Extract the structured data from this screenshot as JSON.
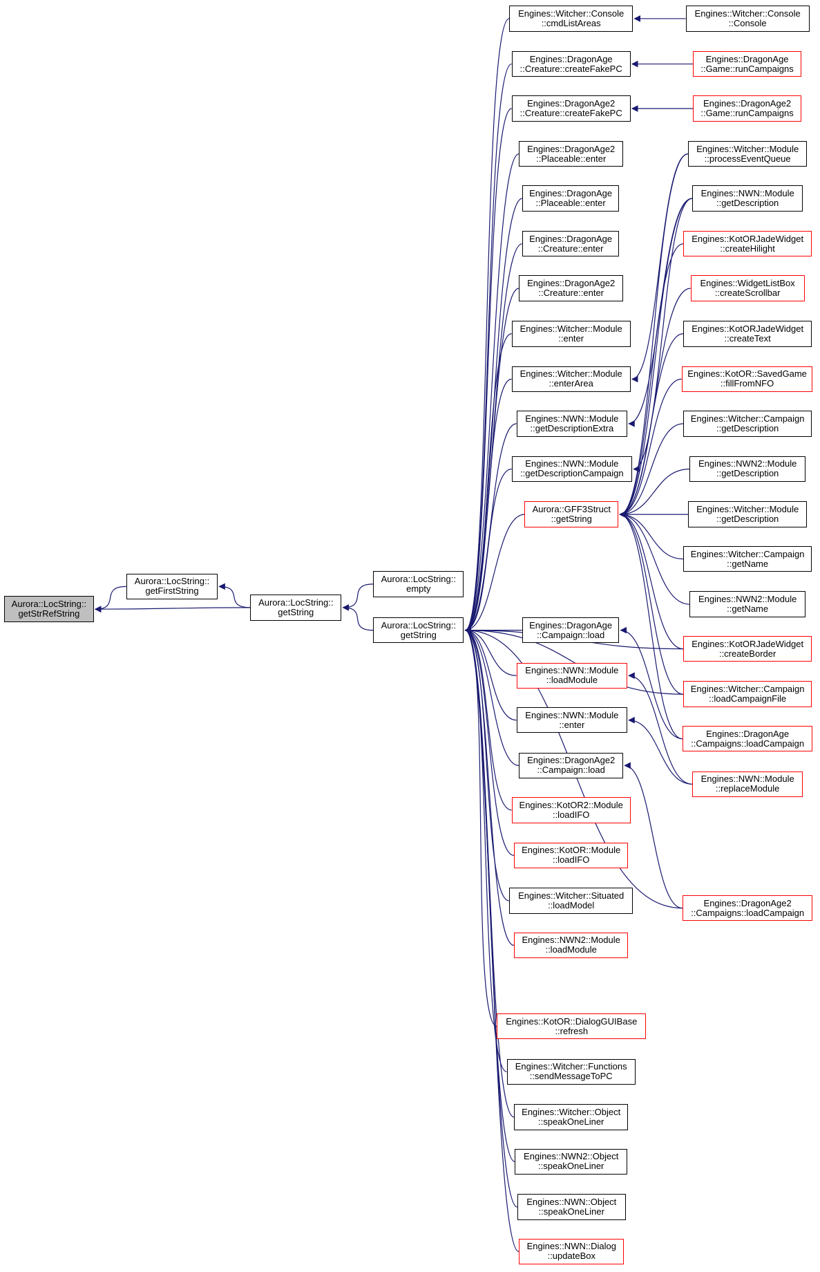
{
  "colors": {
    "edge": "#191970",
    "node_border": "#000000",
    "node_border_red": "#ff0000",
    "root_fill": "#bfbfbf"
  },
  "nodes": [
    {
      "id": "root",
      "l1": "Aurora::LocString::",
      "l2": "getStrRefString",
      "style": "root"
    },
    {
      "id": "gfs",
      "l1": "Aurora::LocString::",
      "l2": "getFirstString",
      "style": "black"
    },
    {
      "id": "gs1",
      "l1": "Aurora::LocString::",
      "l2": "getString",
      "style": "black"
    },
    {
      "id": "empty",
      "l1": "Aurora::LocString::",
      "l2": "empty",
      "style": "black"
    },
    {
      "id": "gs2",
      "l1": "Aurora::LocString::",
      "l2": "getString",
      "style": "black"
    },
    {
      "id": "m1",
      "l1": "Engines::Witcher::Console",
      "l2": "::cmdListAreas",
      "style": "black"
    },
    {
      "id": "m2",
      "l1": "Engines::DragonAge",
      "l2": "::Creature::createFakePC",
      "style": "black"
    },
    {
      "id": "m3",
      "l1": "Engines::DragonAge2",
      "l2": "::Creature::createFakePC",
      "style": "black"
    },
    {
      "id": "m4",
      "l1": "Engines::DragonAge2",
      "l2": "::Placeable::enter",
      "style": "black"
    },
    {
      "id": "m5",
      "l1": "Engines::DragonAge",
      "l2": "::Placeable::enter",
      "style": "black"
    },
    {
      "id": "m6",
      "l1": "Engines::DragonAge",
      "l2": "::Creature::enter",
      "style": "black"
    },
    {
      "id": "m7",
      "l1": "Engines::DragonAge2",
      "l2": "::Creature::enter",
      "style": "black"
    },
    {
      "id": "m8",
      "l1": "Engines::Witcher::Module",
      "l2": "::enter",
      "style": "black"
    },
    {
      "id": "m9",
      "l1": "Engines::Witcher::Module",
      "l2": "::enterArea",
      "style": "black"
    },
    {
      "id": "m10",
      "l1": "Engines::NWN::Module",
      "l2": "::getDescriptionExtra",
      "style": "black"
    },
    {
      "id": "m11",
      "l1": "Engines::NWN::Module",
      "l2": "::getDescriptionCampaign",
      "style": "black"
    },
    {
      "id": "m12",
      "l1": "Aurora::GFF3Struct",
      "l2": "::getString",
      "style": "red"
    },
    {
      "id": "m13",
      "l1": "Engines::DragonAge",
      "l2": "::Campaign::load",
      "style": "black"
    },
    {
      "id": "m14",
      "l1": "Engines::NWN::Module",
      "l2": "::loadModule",
      "style": "red"
    },
    {
      "id": "m15",
      "l1": "Engines::NWN::Module",
      "l2": "::enter",
      "style": "black"
    },
    {
      "id": "m16",
      "l1": "Engines::DragonAge2",
      "l2": "::Campaign::load",
      "style": "black"
    },
    {
      "id": "m17",
      "l1": "Engines::KotOR2::Module",
      "l2": "::loadIFO",
      "style": "red"
    },
    {
      "id": "m18",
      "l1": "Engines::KotOR::Module",
      "l2": "::loadIFO",
      "style": "red"
    },
    {
      "id": "m19",
      "l1": "Engines::Witcher::Situated",
      "l2": "::loadModel",
      "style": "black"
    },
    {
      "id": "m20",
      "l1": "Engines::NWN2::Module",
      "l2": "::loadModule",
      "style": "red"
    },
    {
      "id": "m21",
      "l1": "Engines::KotOR::DialogGUIBase",
      "l2": "::refresh",
      "style": "red"
    },
    {
      "id": "m22",
      "l1": "Engines::Witcher::Functions",
      "l2": "::sendMessageToPC",
      "style": "black"
    },
    {
      "id": "m23",
      "l1": "Engines::Witcher::Object",
      "l2": "::speakOneLiner",
      "style": "black"
    },
    {
      "id": "m24",
      "l1": "Engines::NWN2::Object",
      "l2": "::speakOneLiner",
      "style": "black"
    },
    {
      "id": "m25",
      "l1": "Engines::NWN::Object",
      "l2": "::speakOneLiner",
      "style": "black"
    },
    {
      "id": "m26",
      "l1": "Engines::NWN::Dialog",
      "l2": "::updateBox",
      "style": "red"
    },
    {
      "id": "r1",
      "l1": "Engines::Witcher::Console",
      "l2": "::Console",
      "style": "black"
    },
    {
      "id": "r2",
      "l1": "Engines::DragonAge",
      "l2": "::Game::runCampaigns",
      "style": "red"
    },
    {
      "id": "r3",
      "l1": "Engines::DragonAge2",
      "l2": "::Game::runCampaigns",
      "style": "red"
    },
    {
      "id": "r4",
      "l1": "Engines::Witcher::Module",
      "l2": "::processEventQueue",
      "style": "black"
    },
    {
      "id": "r5",
      "l1": "Engines::NWN::Module",
      "l2": "::getDescription",
      "style": "black"
    },
    {
      "id": "r6",
      "l1": "Engines::KotORJadeWidget",
      "l2": "::createHilight",
      "style": "red"
    },
    {
      "id": "r7",
      "l1": "Engines::WidgetListBox",
      "l2": "::createScrollbar",
      "style": "red"
    },
    {
      "id": "r8",
      "l1": "Engines::KotORJadeWidget",
      "l2": "::createText",
      "style": "black"
    },
    {
      "id": "r9",
      "l1": "Engines::KotOR::SavedGame",
      "l2": "::fillFromNFO",
      "style": "red"
    },
    {
      "id": "r10",
      "l1": "Engines::Witcher::Campaign",
      "l2": "::getDescription",
      "style": "black"
    },
    {
      "id": "r11",
      "l1": "Engines::NWN2::Module",
      "l2": "::getDescription",
      "style": "black"
    },
    {
      "id": "r12",
      "l1": "Engines::Witcher::Module",
      "l2": "::getDescription",
      "style": "black"
    },
    {
      "id": "r13",
      "l1": "Engines::Witcher::Campaign",
      "l2": "::getName",
      "style": "black"
    },
    {
      "id": "r14",
      "l1": "Engines::NWN2::Module",
      "l2": "::getName",
      "style": "black"
    },
    {
      "id": "r15",
      "l1": "Engines::KotORJadeWidget",
      "l2": "::createBorder",
      "style": "red"
    },
    {
      "id": "r16",
      "l1": "Engines::Witcher::Campaign",
      "l2": "::loadCampaignFile",
      "style": "red"
    },
    {
      "id": "r17",
      "l1": "Engines::DragonAge",
      "l2": "::Campaigns::loadCampaign",
      "style": "red"
    },
    {
      "id": "r18",
      "l1": "Engines::NWN::Module",
      "l2": "::replaceModule",
      "style": "red"
    },
    {
      "id": "r19",
      "l1": "Engines::DragonAge2",
      "l2": "::Campaigns::loadCampaign",
      "style": "red"
    }
  ],
  "edges": [
    [
      "root",
      "gfs"
    ],
    [
      "root",
      "gs1"
    ],
    [
      "gfs",
      "gs1"
    ],
    [
      "gs1",
      "empty"
    ],
    [
      "gs1",
      "gs2"
    ],
    [
      "gs2",
      "m1"
    ],
    [
      "gs2",
      "m2"
    ],
    [
      "gs2",
      "m3"
    ],
    [
      "gs2",
      "m4"
    ],
    [
      "gs2",
      "m5"
    ],
    [
      "gs2",
      "m6"
    ],
    [
      "gs2",
      "m7"
    ],
    [
      "gs2",
      "m8"
    ],
    [
      "gs2",
      "m9"
    ],
    [
      "gs2",
      "m10"
    ],
    [
      "gs2",
      "m11"
    ],
    [
      "gs2",
      "m12"
    ],
    [
      "gs2",
      "m13"
    ],
    [
      "gs2",
      "m14"
    ],
    [
      "gs2",
      "m15"
    ],
    [
      "gs2",
      "m16"
    ],
    [
      "gs2",
      "m17"
    ],
    [
      "gs2",
      "m18"
    ],
    [
      "gs2",
      "m19"
    ],
    [
      "gs2",
      "m20"
    ],
    [
      "gs2",
      "m21"
    ],
    [
      "gs2",
      "m22"
    ],
    [
      "gs2",
      "m23"
    ],
    [
      "gs2",
      "m24"
    ],
    [
      "gs2",
      "m25"
    ],
    [
      "gs2",
      "m26"
    ],
    [
      "gs2",
      "r15"
    ],
    [
      "gs2",
      "r16"
    ],
    [
      "gs2",
      "r19"
    ],
    [
      "m1",
      "r1"
    ],
    [
      "m2",
      "r2"
    ],
    [
      "m3",
      "r3"
    ],
    [
      "m9",
      "r4"
    ],
    [
      "m10",
      "r5"
    ],
    [
      "m11",
      "r5"
    ],
    [
      "m12",
      "r4"
    ],
    [
      "m12",
      "r5"
    ],
    [
      "m12",
      "r6"
    ],
    [
      "m12",
      "r7"
    ],
    [
      "m12",
      "r8"
    ],
    [
      "m12",
      "r9"
    ],
    [
      "m12",
      "r10"
    ],
    [
      "m12",
      "r11"
    ],
    [
      "m12",
      "r12"
    ],
    [
      "m12",
      "r13"
    ],
    [
      "m12",
      "r14"
    ],
    [
      "m12",
      "r15"
    ],
    [
      "m12",
      "r16"
    ],
    [
      "m12",
      "r17"
    ],
    [
      "m13",
      "r17"
    ],
    [
      "m14",
      "r18"
    ],
    [
      "m15",
      "r18"
    ],
    [
      "m16",
      "r19"
    ]
  ]
}
